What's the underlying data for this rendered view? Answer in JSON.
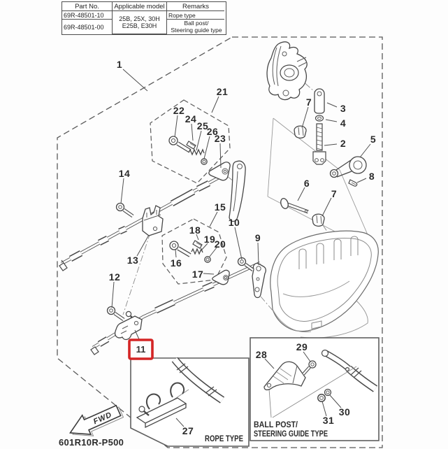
{
  "page": {
    "background": "#fdfdfd",
    "line_color": "#474747",
    "accent_red": "#d42525"
  },
  "table": {
    "headers": {
      "part_no": "Part No.",
      "model": "Applicable model",
      "remarks": "Remarks"
    },
    "rows": {
      "row1_part_no": "69R-48501-10",
      "row2_part_no": "69R-48501-00"
    },
    "model": {
      "line1": "25B, 25X, 30H",
      "line2": "E25B, E30H"
    },
    "remarks": {
      "row1": "Rope type",
      "row2_line1": "Ball post/",
      "row2_line2": "Steering guide type"
    }
  },
  "callouts": {
    "n1": "1",
    "n2": "2",
    "n3": "3",
    "n4": "4",
    "n5": "5",
    "n6": "6",
    "n7": "7",
    "n8": "8",
    "n9": "9",
    "n10": "10",
    "n11": "11",
    "n12": "12",
    "n13": "13",
    "n14": "14",
    "n15": "15",
    "n16": "16",
    "n17": "17",
    "n18": "18",
    "n19": "19",
    "n20": "20",
    "n21": "21",
    "n22": "22",
    "n23": "23",
    "n24": "24",
    "n25": "25",
    "n26": "26",
    "n27": "27",
    "n28": "28",
    "n29": "29",
    "n30": "30",
    "n31": "31"
  },
  "insets": {
    "rope_type": "ROPE TYPE",
    "ball_post_line1": "BALL POST/",
    "ball_post_line2": "STEERING GUIDE TYPE"
  },
  "footer": {
    "drawing_code": "601R10R-P500",
    "fwd": "FWD"
  }
}
